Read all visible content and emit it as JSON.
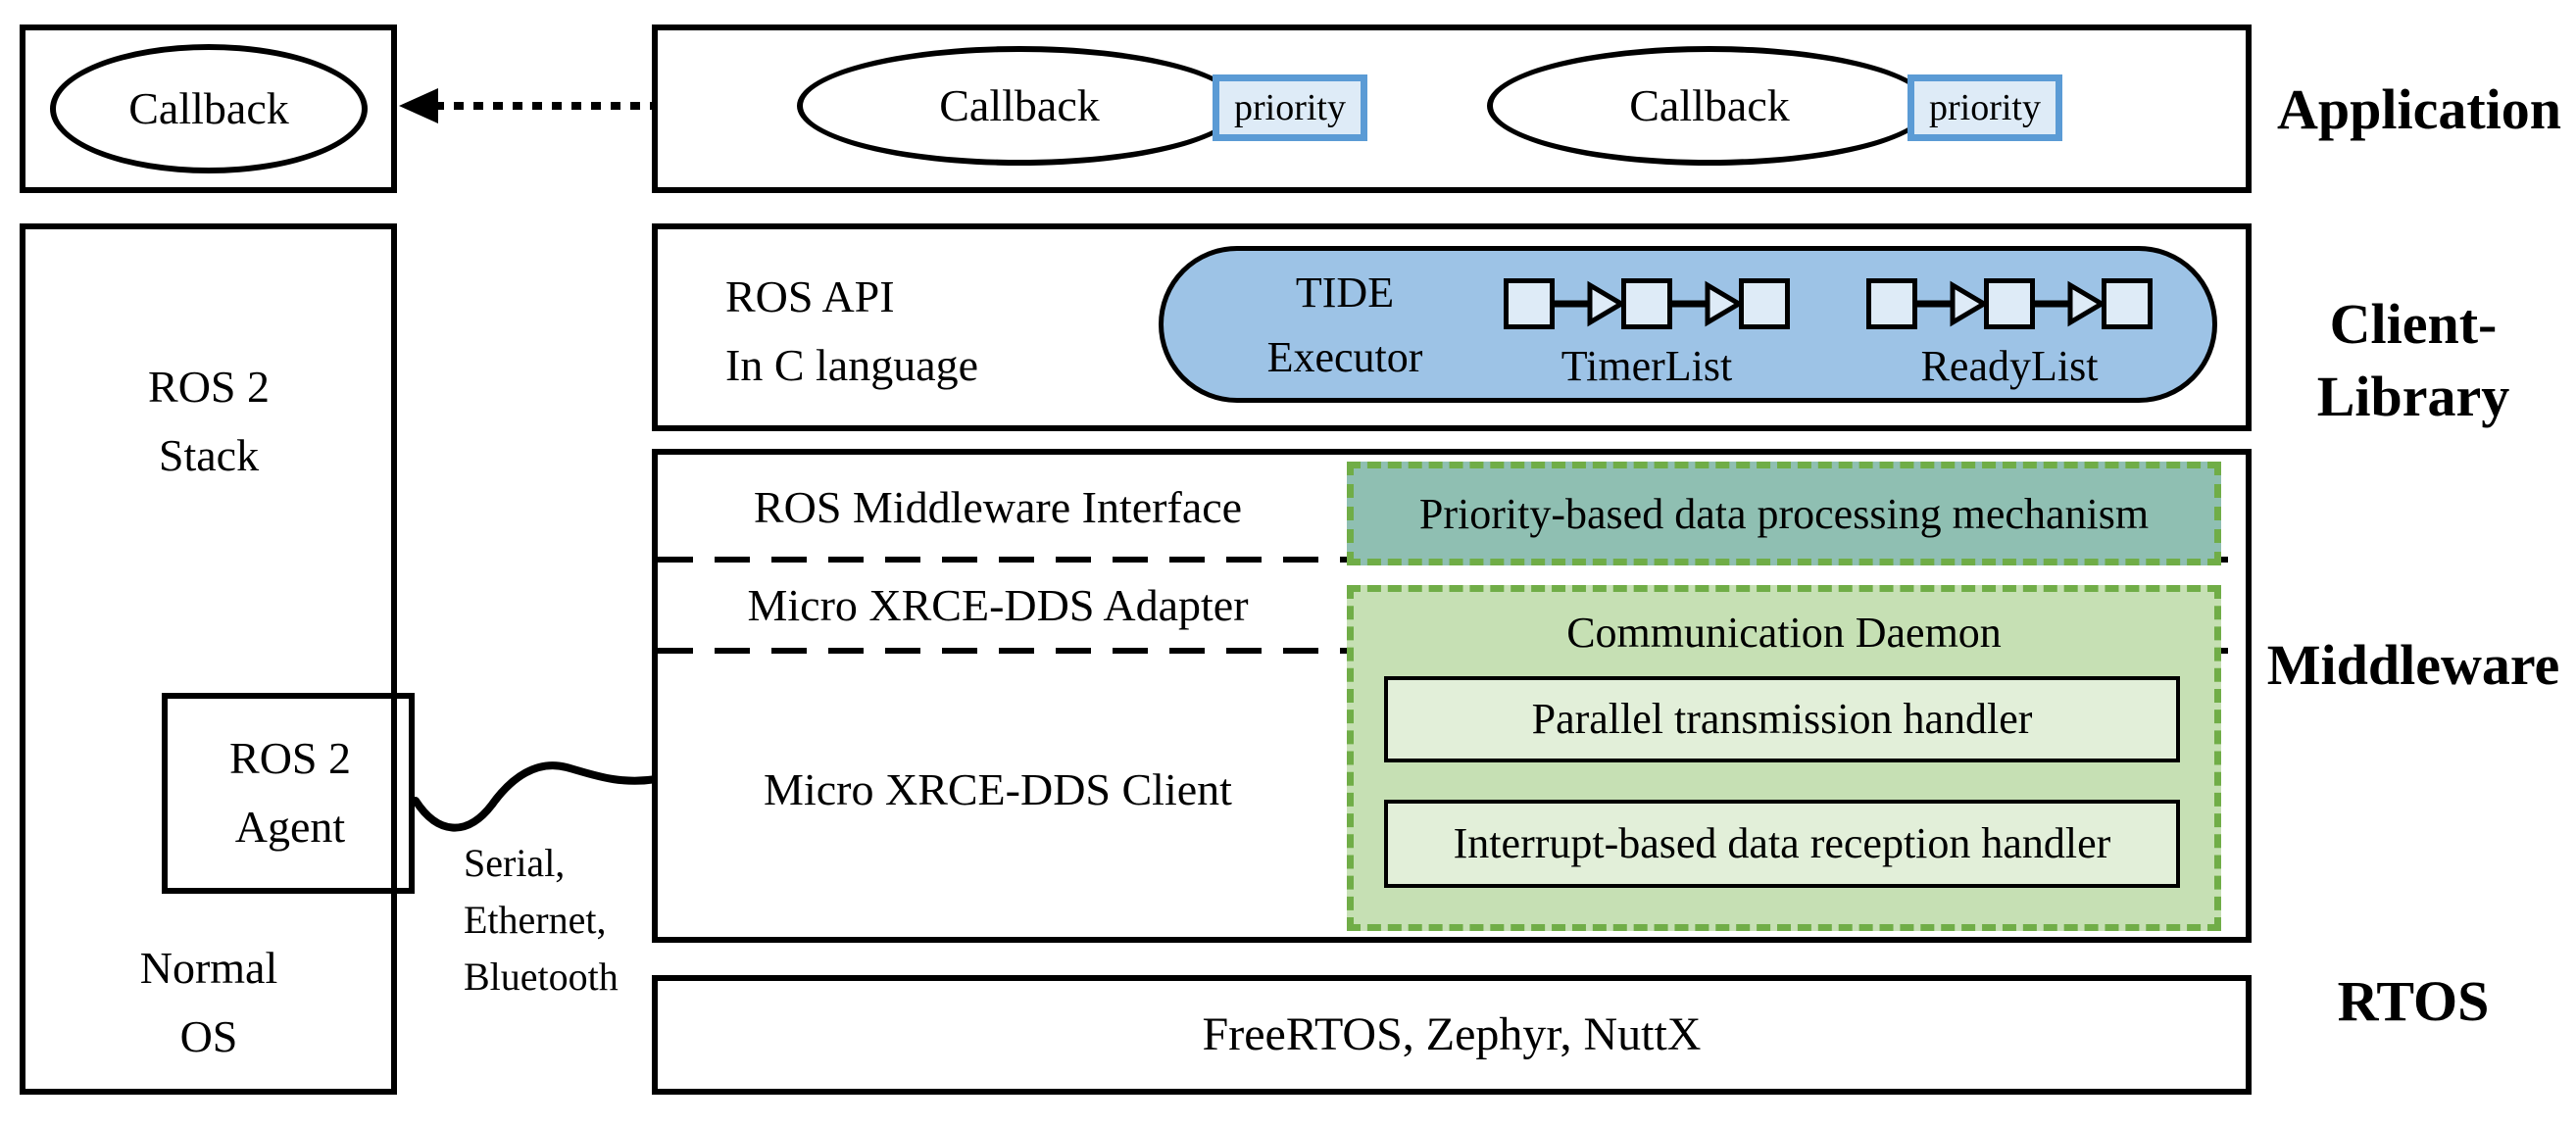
{
  "colors": {
    "pill_blue": "#9DC3E6",
    "light_blue": "#DEEBF7",
    "blue_border": "#5B9BD5",
    "teal_fill": "#8FBFB2",
    "green_fill": "#C6E0B4",
    "green_light": "#E2EFD9",
    "green_border": "#70AD47",
    "line_black": "#000000"
  },
  "app_layer": {
    "side_label": "Application",
    "left_callback": "Callback",
    "callbacks": [
      {
        "label": "Callback",
        "badge": "priority"
      },
      {
        "label": "Callback",
        "badge": "priority"
      }
    ]
  },
  "client_library": {
    "side_label_line1": "Client-",
    "side_label_line2": "Library",
    "ros_api_line1": "ROS API",
    "ros_api_line2": "In C language",
    "executor_line1": "TIDE",
    "executor_line2": "Executor",
    "timer_list_label": "TimerList",
    "ready_list_label": "ReadyList"
  },
  "middleware": {
    "side_label": "Middleware",
    "rmw_interface": "ROS Middleware Interface",
    "adapter": "Micro XRCE-DDS Adapter",
    "client": "Micro XRCE-DDS Client",
    "priority_mechanism": "Priority-based data processing mechanism",
    "daemon_title": "Communication Daemon",
    "handlers": [
      "Parallel transmission handler",
      "Interrupt-based data reception handler"
    ]
  },
  "rtos": {
    "side_label": "RTOS",
    "content": "FreeRTOS, Zephyr, NuttX"
  },
  "left_stack": {
    "stack_line1": "ROS 2",
    "stack_line2": "Stack",
    "agent_line1": "ROS 2",
    "agent_line2": "Agent",
    "os_line1": "Normal",
    "os_line2": "OS",
    "transport_lines": [
      "Serial,",
      "Ethernet,",
      "Bluetooth"
    ]
  }
}
